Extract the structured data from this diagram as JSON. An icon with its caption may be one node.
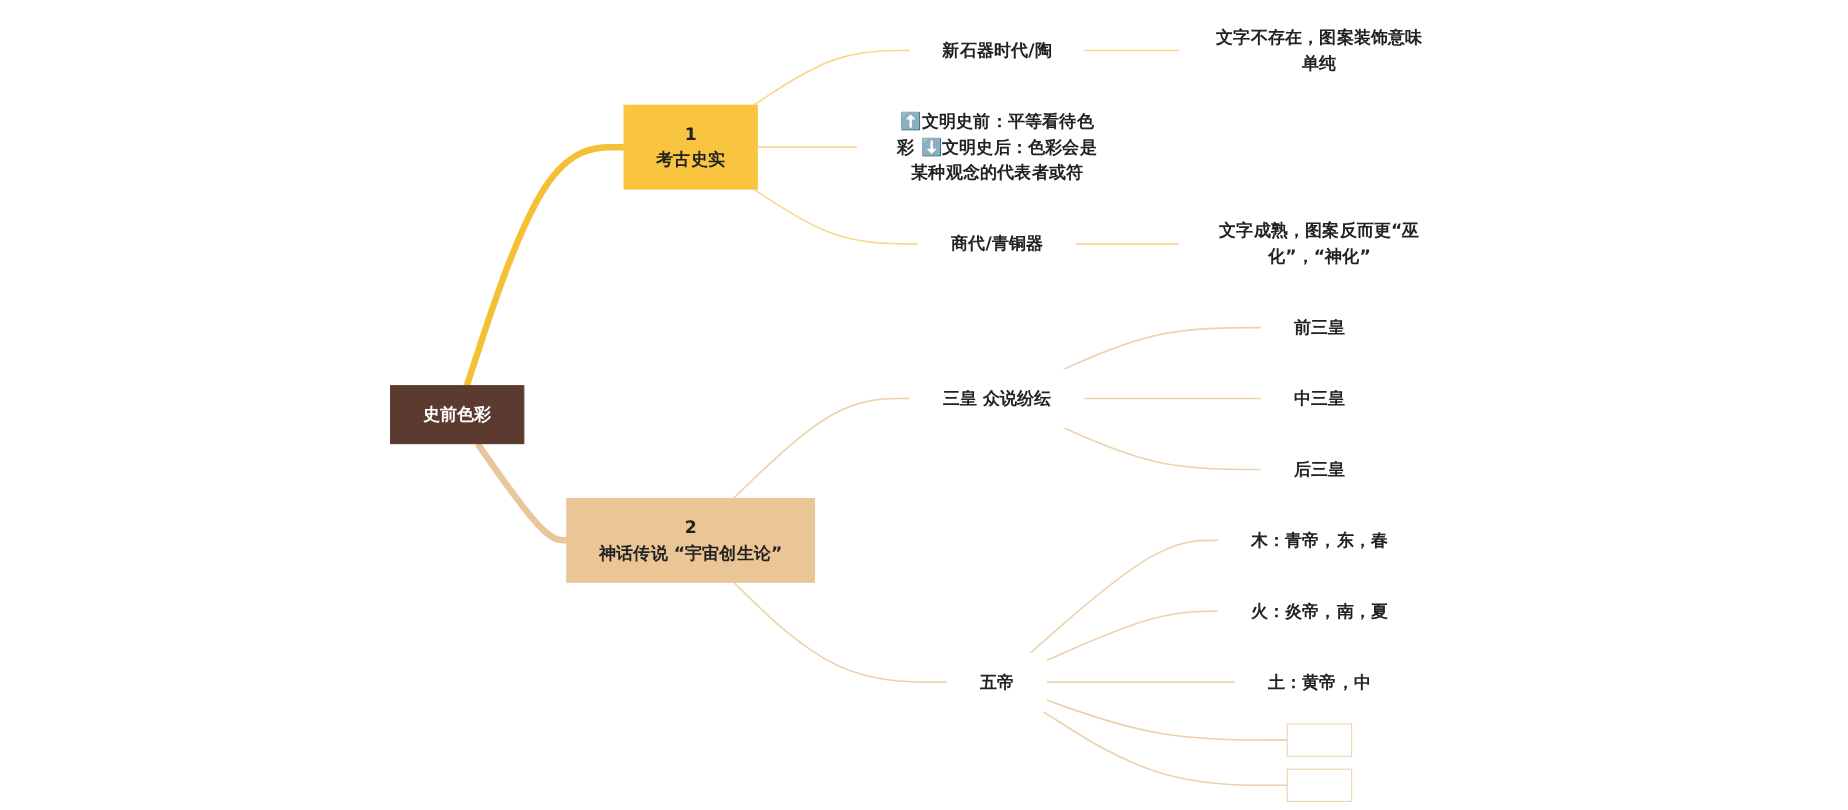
{
  "diagram": {
    "nodes": [
      {
        "text": [
          "史前色彩"
        ]
      },
      {
        "text": [
          "1",
          "考古史实"
        ]
      },
      {
        "text": [
          "新石器时代/陶"
        ]
      },
      {
        "text": [
          "文字不存在，图案装饰意味单纯"
        ]
      },
      {
        "text": [
          "⬆️文明史前：平等看待色彩 ⬇️文明史后：色彩会是某种观念的代表者或符"
        ]
      },
      {
        "text": [
          "商代/青铜器"
        ]
      },
      {
        "text": [
          "文字成熟，图案反而更“巫化”，“神化”"
        ]
      },
      {
        "text": [
          "2",
          "神话传说 “宇宙创生论”"
        ]
      },
      {
        "text": [
          "三皇 众说纷纭"
        ]
      },
      {
        "text": [
          "前三皇"
        ]
      },
      {
        "text": [
          "中三皇"
        ]
      },
      {
        "text": [
          "后三皇"
        ]
      },
      {
        "text": [
          "五帝"
        ]
      },
      {
        "text": [
          "木：青帝，东，春"
        ]
      },
      {
        "text": [
          "火：炎帝，南，夏"
        ]
      },
      {
        "text": [
          "土：黄帝，中"
        ]
      },
      {
        "text": [],
        "shape": "box"
      },
      {
        "text": [],
        "shape": "box"
      }
    ],
    "edges": [
      {
        "from": 0,
        "to": 1,
        "arrow": "none",
        "style": "thick",
        "color": "#f5c034"
      },
      {
        "from": 0,
        "to": 7,
        "arrow": "none",
        "style": "thick",
        "color": "#e8c79a"
      },
      {
        "from": 1,
        "to": 2,
        "arrow": "none",
        "color": "#f7d98b"
      },
      {
        "from": 1,
        "to": 4,
        "arrow": "none",
        "color": "#f7d98b"
      },
      {
        "from": 1,
        "to": 5,
        "arrow": "none",
        "color": "#f7d98b"
      },
      {
        "from": 2,
        "to": 3,
        "arrow": "none",
        "color": "#f7d98b"
      },
      {
        "from": 5,
        "to": 6,
        "arrow": "none",
        "color": "#f7d98b"
      },
      {
        "from": 7,
        "to": 8,
        "arrow": "none"
      },
      {
        "from": 7,
        "to": 12,
        "arrow": "none"
      },
      {
        "from": 8,
        "to": 9,
        "arrow": "none"
      },
      {
        "from": 8,
        "to": 10,
        "arrow": "none"
      },
      {
        "from": 8,
        "to": 11,
        "arrow": "none"
      },
      {
        "from": 12,
        "to": 13,
        "arrow": "none"
      },
      {
        "from": 12,
        "to": 14,
        "arrow": "none"
      },
      {
        "from": 12,
        "to": 15,
        "arrow": "none"
      },
      {
        "from": 12,
        "to": 16,
        "arrow": "none"
      },
      {
        "from": 12,
        "to": 17,
        "arrow": "none"
      }
    ]
  }
}
